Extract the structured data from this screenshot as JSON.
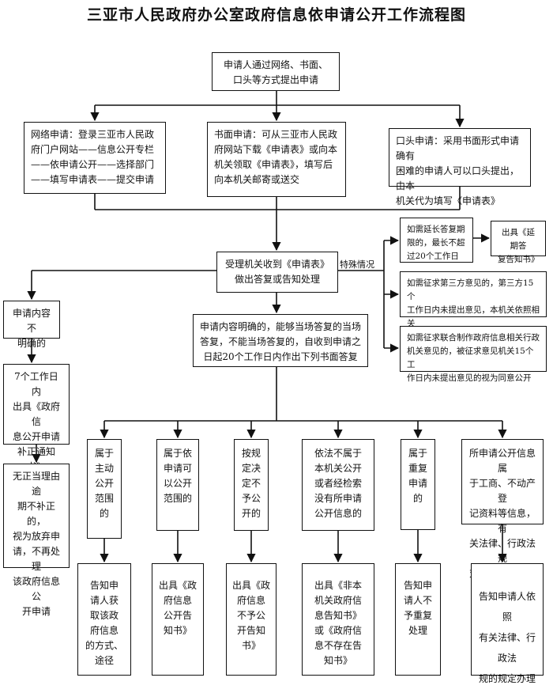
{
  "title": "三亚市人民政府办公室政府信息依申请公开工作流程图",
  "start": "申请人通过网络、书面、\n口头等方式提出申请",
  "channels": {
    "online": "网络申请：登录三亚市人民政\n府门户网站——信息公开专栏\n——依申请公开——选择部门\n——填写申请表——提交申请",
    "written": "书面申请：可从三亚市人民政\n府网站下载《申请表》或向本\n机关领取《申请表》，填写后\n向本机关邮寄或送交",
    "oral": "口头申请：采用书面形式申请确有\n困难的申请人可以口头提出，由本\n机关代为填写《申请表》"
  },
  "receive": "受理机关收到《申请表》\n做出答复或告知处理",
  "special_label": "特殊情况",
  "special": {
    "extend": "如需延长答复期\n限的，最长不超\n过20个工作日",
    "extend_result": "出具《延期答\n复告知书》",
    "third_party": "如需征求第三方意见的，第三方15个\n工作日内未提出意见，本机关依照相关\n规定决定是否公开",
    "joint": "如需征求联合制作政府信息相关行政\n机关意见的，被征求意见机关15个工\n作日内未提出意见的视为同意公开"
  },
  "unclear": {
    "box": "申请内容不\n明确的",
    "notice": "7个工作日内\n出具《政府信\n息公开申请\n补正通知书》",
    "result": "无正当理由逾\n期不补正的，\n视为放弃申\n请，不再处理\n该政府信息公\n开申请"
  },
  "clear": "申请内容明确的，能够当场答复的当场\n答复，不能当场答复的，自收到申请之\n日起20个工作日内作出下列书面答复",
  "cases": [
    {
      "cond": "属于\n主动\n公开\n范围\n的",
      "result": "告知申\n请人获\n取该政\n府信息\n的方式、\n途径"
    },
    {
      "cond": "属于依\n申请可\n以公开\n范围的",
      "result": "出具《政\n府信息\n公开告\n知书》"
    },
    {
      "cond": "按规\n定决\n定不\n予公\n开的",
      "result": "出具《政\n府信息\n不予公\n开告知\n书》"
    },
    {
      "cond": "依法不属于\n本机关公开\n或者经检索\n没有所申请\n公开信息的",
      "result": "出具《非本\n机关政府信\n息告知书》\n或《政府信\n息不存在告\n知书》"
    },
    {
      "cond": "属于\n重复\n申请\n的",
      "result": "告知申\n请人不\n予重复\n处理"
    },
    {
      "cond": "所申请公开信息属\n于工商、不动产登\n记资料等信息，有\n关法律、行政法规\n对信息的获取有特\n别规定的",
      "result": "告知申请人依照\n有关法律、行政法\n规的规定办理"
    }
  ]
}
